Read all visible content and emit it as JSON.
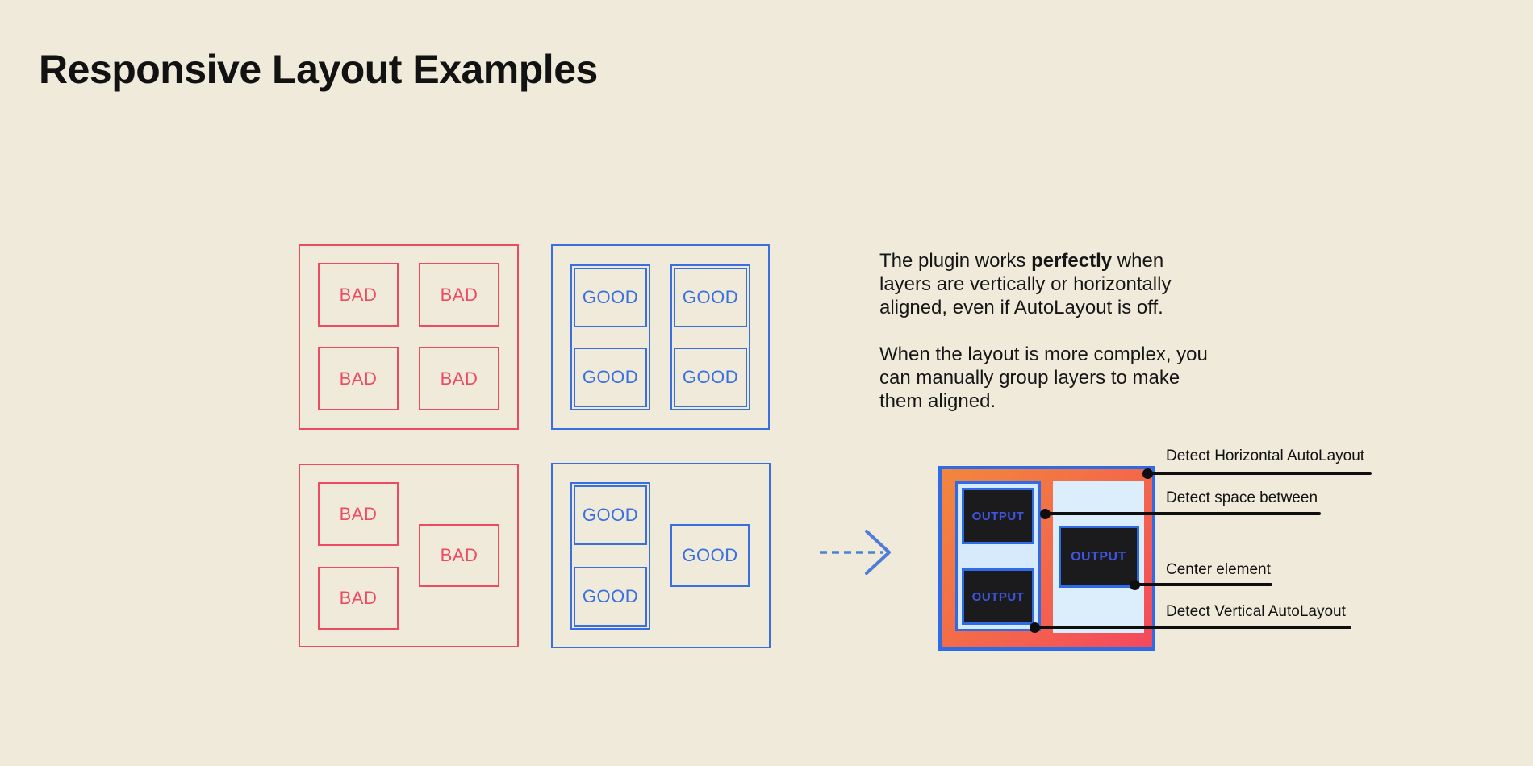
{
  "page": {
    "title": "Responsive Layout Examples",
    "background_color": "#F0EADB"
  },
  "labels": {
    "bad": "BAD",
    "good": "GOOD",
    "output": "OUTPUT"
  },
  "colors": {
    "bad_red": "#EC4B62",
    "good_blue": "#3A6FE0",
    "output_frame_blue": "#2E6BE6",
    "gradient_orange": "#F2873C",
    "gradient_red": "#F4485E",
    "panel_light_blue": "#D6EAFB",
    "dark_box": "#1B1B1D",
    "output_text_blue": "#3D55E0",
    "annotation_black": "#0E0E0E",
    "arrow_blue": "#4A82D6"
  },
  "description": {
    "p1_line1_pre": "The plugin works ",
    "p1_line1_bold": "perfectly",
    "p1_line1_post": " when",
    "p1_line2": "layers are vertically or horizontally",
    "p1_line3": "aligned, even if AutoLayout is off.",
    "p2_line1": "When the layout is more complex, you",
    "p2_line2": "can manually group layers to make",
    "p2_line3": "them aligned."
  },
  "annotations": [
    {
      "label": "Detect Horizontal AutoLayout"
    },
    {
      "label": "Detect space between"
    },
    {
      "label": "Center element"
    },
    {
      "label": "Detect Vertical AutoLayout"
    }
  ]
}
